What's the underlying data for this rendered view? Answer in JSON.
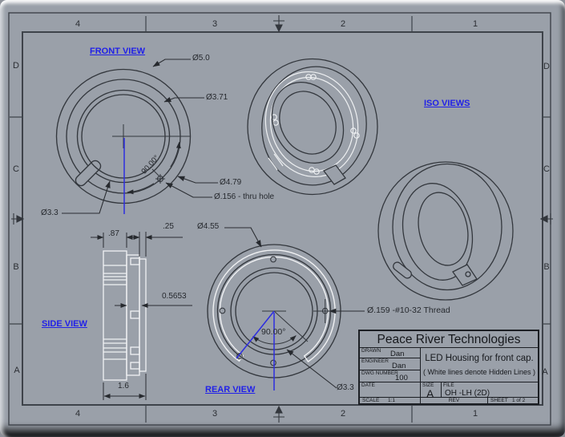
{
  "sheet": {
    "zones_h": [
      "4",
      "3",
      "2",
      "1"
    ],
    "zones_v": [
      "D",
      "C",
      "B",
      "A"
    ]
  },
  "labels": {
    "front_view": "FRONT VIEW",
    "iso_views": "ISO VIEWS",
    "side_view": "SIDE VIEW",
    "rear_view": "REAR VIEW"
  },
  "front": {
    "d_outer": "Ø5.0",
    "d_371": "Ø3.71",
    "d_479": "Ø4.79",
    "d_thru": "Ø.156 - thru hole",
    "d_33": "Ø3.3",
    "angle": "90.00°"
  },
  "side": {
    "w_87": ".87",
    "w_25": ".25",
    "w_5653": "0.5653",
    "w_16": "1.6"
  },
  "rear": {
    "d_455": "Ø4.55",
    "angle": "90.00°",
    "thread": "Ø.159 -#10-32 Thread",
    "d_33": "Ø3.3"
  },
  "title_block": {
    "company": "Peace River Technologies",
    "drawn_label": "DRAWN",
    "drawn_value": "Dan",
    "engineer_label": "ENGINEER",
    "engineer_value": "Dan",
    "dwg_label": "DWG NUMBER",
    "dwg_value": "100",
    "date_label": "DATE",
    "date_value": "",
    "description": "LED Housing for front cap.",
    "note": "( White lines denote Hidden Lines )",
    "size_label": "SIZE",
    "size_value": "A",
    "file_label": "FILE",
    "file_value": "OH -LH (2D)",
    "scale_label": "SCALE",
    "scale_value": "1:1",
    "rev_label": "REV",
    "sheet_label": "SHEET",
    "sheet_value": "1 of 2"
  },
  "colors": {
    "paper": "#9aa0a9",
    "line": "#33373d",
    "hidden_line": "#f1f2f4",
    "label_blue": "#2121e8",
    "centerline_blue": "#2d2de0"
  }
}
